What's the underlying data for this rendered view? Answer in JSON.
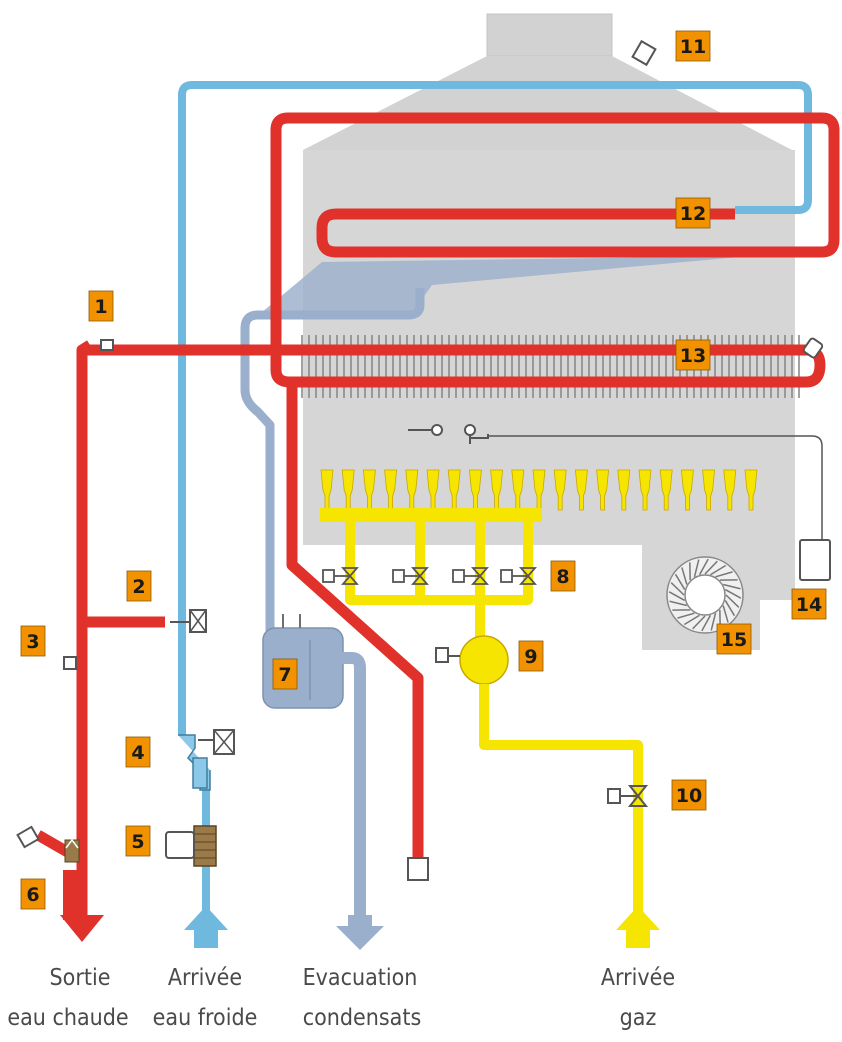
{
  "colors": {
    "hot": "#e0312b",
    "cold": "#6fb8de",
    "condensate": "#9aafcc",
    "gas": "#f6e500",
    "casing": "#dcdcdc",
    "badge": "#f39200"
  },
  "badges": {
    "b1": "1",
    "b2": "2",
    "b3": "3",
    "b4": "4",
    "b5": "5",
    "b6": "6",
    "b7": "7",
    "b8": "8",
    "b9": "9",
    "b10": "10",
    "b11": "11",
    "b12": "12",
    "b13": "13",
    "b14": "14",
    "b15": "15"
  },
  "captions": {
    "hot_out": [
      "Sortie",
      "eau chaude"
    ],
    "cold_in": [
      "Arrivée",
      "eau froide"
    ],
    "condensate": [
      "Evacuation",
      "condensats"
    ],
    "gas_in": [
      "Arrivée",
      "gaz"
    ]
  }
}
